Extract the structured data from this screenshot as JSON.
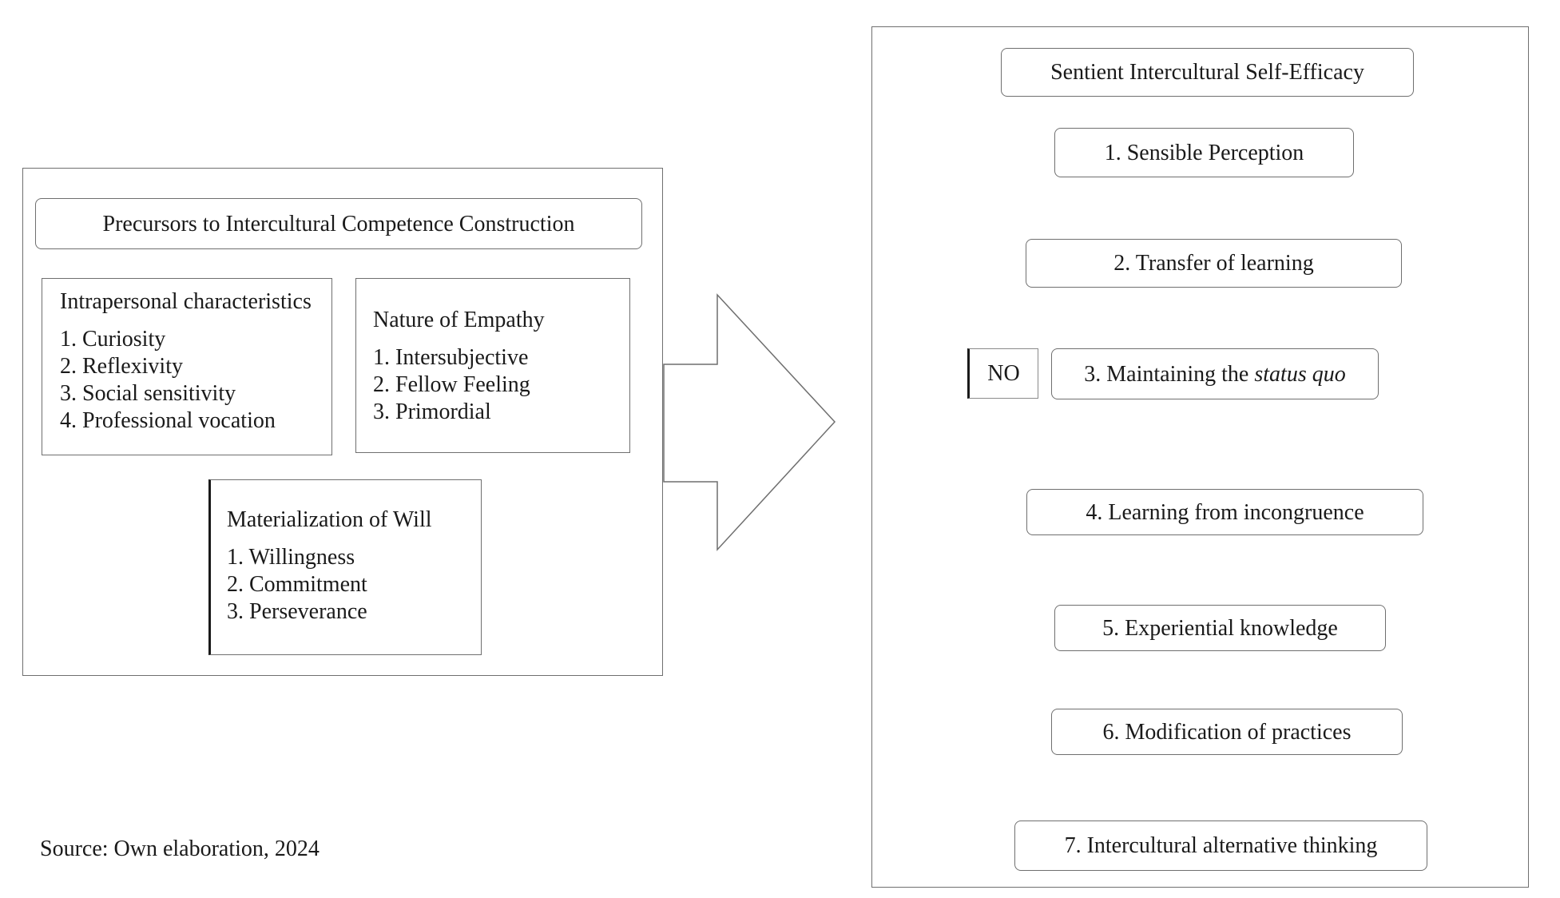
{
  "precursors": {
    "title": "Precursors to Intercultural Competence Construction",
    "intrapersonal": {
      "heading": "Intrapersonal characteristics",
      "items": [
        "1. Curiosity",
        "2. Reflexivity",
        "3. Social sensitivity",
        "4. Professional vocation"
      ]
    },
    "empathy": {
      "heading": "Nature of Empathy",
      "items": [
        "1. Intersubjective",
        "2. Fellow Feeling",
        "3. Primordial"
      ]
    },
    "will": {
      "heading": "Materialization of Will",
      "items": [
        "1. Willingness",
        "2. Commitment",
        "3. Perseverance"
      ]
    }
  },
  "efficacy": {
    "title": "Sentient Intercultural Self-Efficacy",
    "steps": {
      "s1": "1. Sensible Perception",
      "s2": "2. Transfer of learning",
      "s3_prefix": "3. Maintaining the ",
      "s3_italic": "status quo",
      "s4": "4. Learning from incongruence",
      "s5": "5. Experiential knowledge",
      "s6": "6. Modification of practices",
      "s7": "7. Intercultural alternative thinking"
    },
    "no_label": "NO"
  },
  "source": "Source: Own elaboration, 2024"
}
